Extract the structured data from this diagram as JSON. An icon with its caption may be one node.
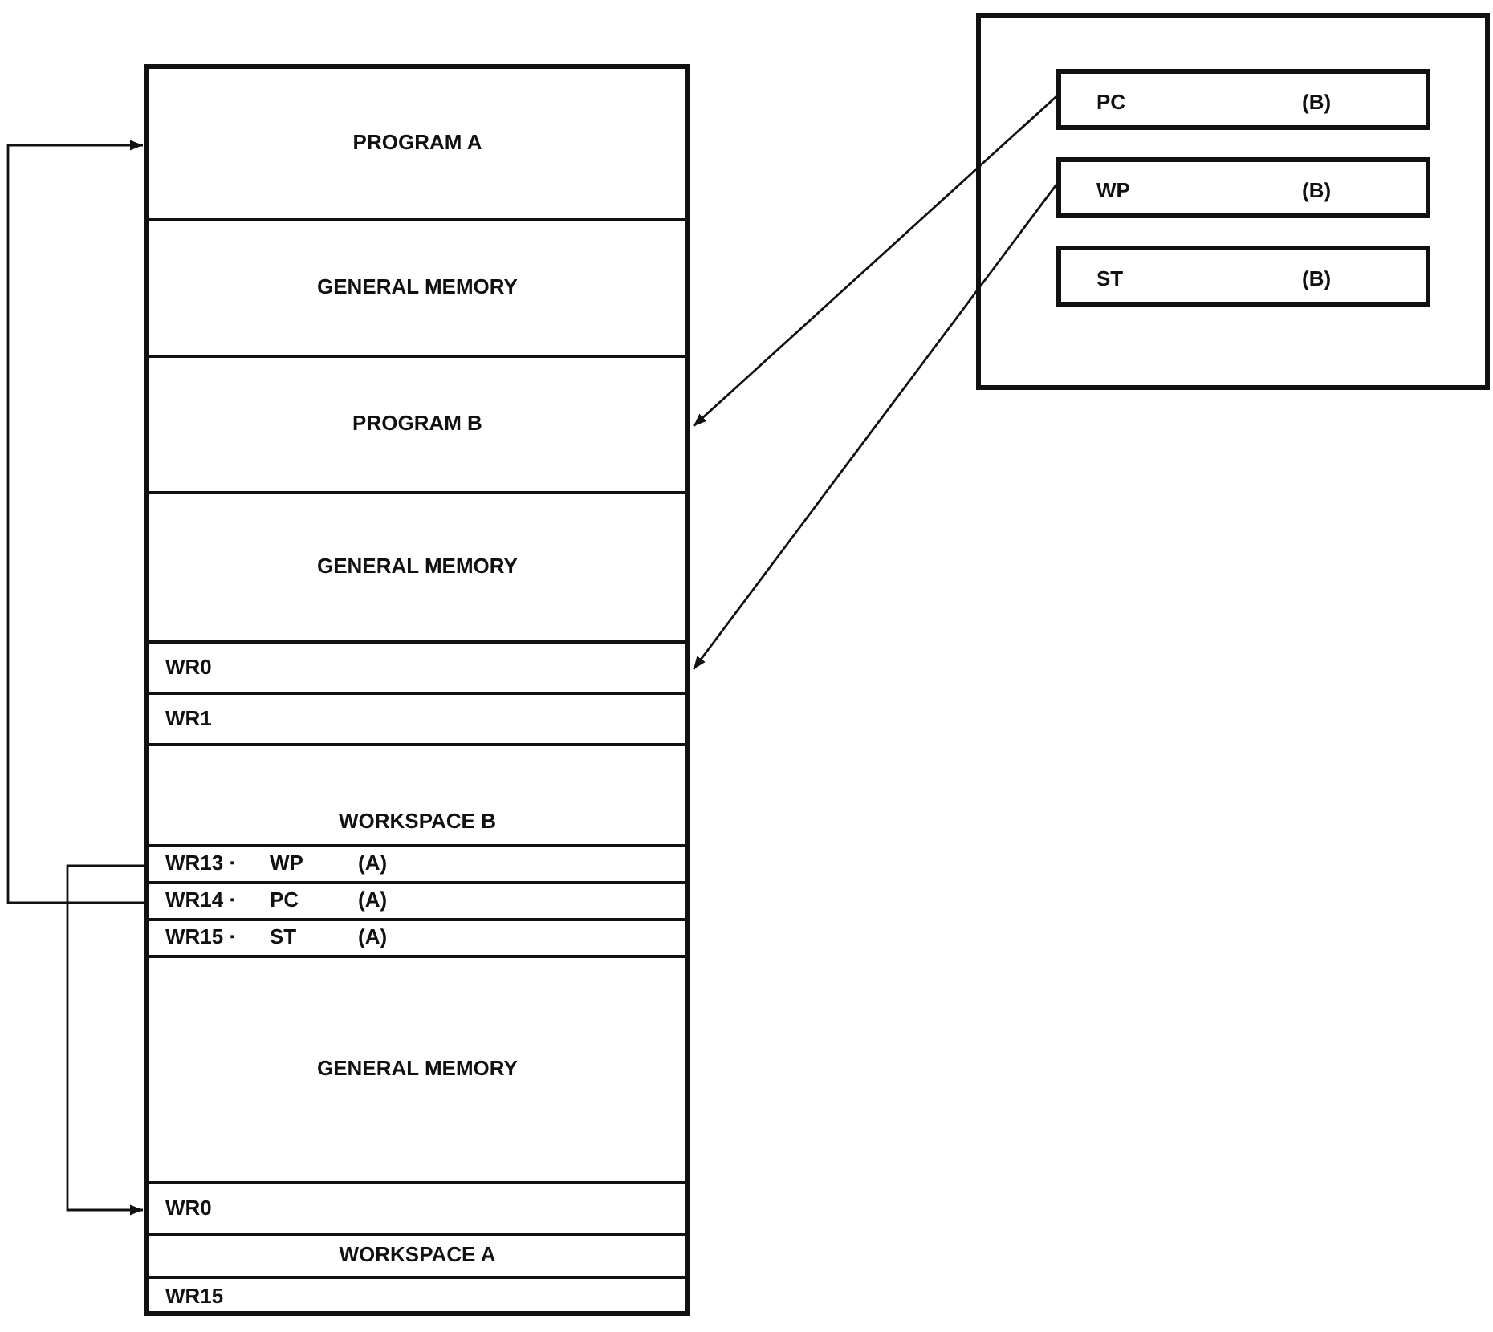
{
  "diagram": {
    "nodes": [
      {
        "text": [],
        "shape": "box"
      },
      {
        "text": [
          "PROGRAM A"
        ],
        "in": 0
      },
      {
        "text": [
          "GENERAL MEMORY"
        ],
        "in": 0
      },
      {
        "text": [
          "PROGRAM B"
        ],
        "in": 0
      },
      {
        "text": [
          "GENERAL MEMORY"
        ],
        "in": 0
      },
      {
        "text": [
          "WR0"
        ],
        "in": 0
      },
      {
        "text": [
          "WR1"
        ],
        "in": 0
      },
      {
        "text": [
          "WORKSPACE B"
        ],
        "in": 0
      },
      {
        "text": [
          "WR13 ·",
          "WP",
          "(A)"
        ],
        "in": 0
      },
      {
        "text": [
          "WR14 ·",
          "PC",
          "(A)"
        ],
        "in": 0
      },
      {
        "text": [
          "WR15 ·",
          "ST",
          "(A)"
        ],
        "in": 0
      },
      {
        "text": [
          "GENERAL MEMORY"
        ],
        "in": 0
      },
      {
        "text": [
          "WR0"
        ],
        "in": 0
      },
      {
        "text": [
          "WORKSPACE A"
        ],
        "in": 0
      },
      {
        "text": [
          "WR15"
        ],
        "in": 0
      },
      {
        "text": [],
        "shape": "box"
      },
      {
        "text": [
          "PC",
          "(B)"
        ],
        "in": 15
      },
      {
        "text": [
          "WP",
          "(B)"
        ],
        "in": 15
      },
      {
        "text": [
          "ST",
          "(B)"
        ],
        "in": 15
      }
    ],
    "edges": [
      {
        "from": 16,
        "to": 3,
        "arrow": "to"
      },
      {
        "from": 17,
        "to": 5,
        "arrow": "to"
      },
      {
        "from": 9,
        "to": 1,
        "arrow": "to"
      },
      {
        "from": 8,
        "to": 12,
        "arrow": "to"
      }
    ]
  }
}
